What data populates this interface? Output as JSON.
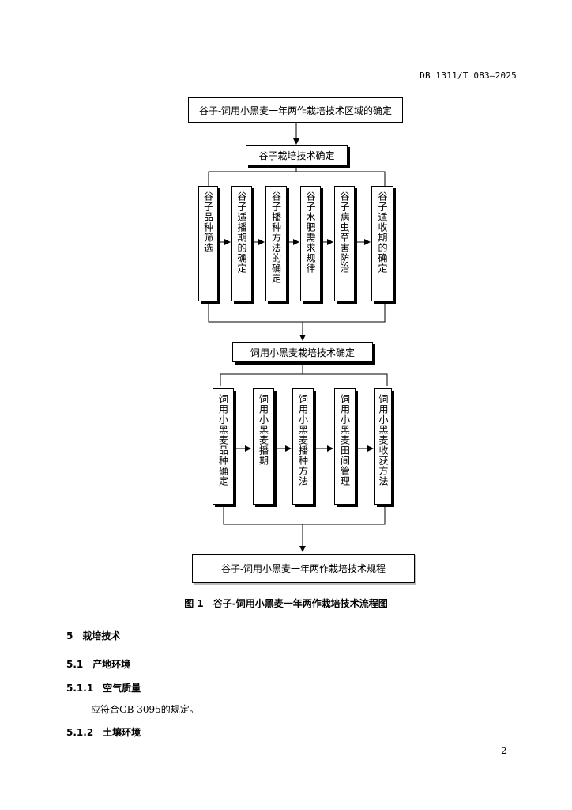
{
  "header": {
    "standard_no": "DB 1311/T 083—2025"
  },
  "flowchart": {
    "top_box": "谷子-饲用小黑麦一年两作栽培技术区域的确定",
    "stage1_box": "谷子栽培技术确定",
    "stage1_items": [
      "谷子品种筛选",
      "谷子适播期的确定",
      "谷子播种方法的确定",
      "谷子水肥需求规律",
      "谷子病虫草害防治",
      "谷子适收期的确定"
    ],
    "stage2_box": "饲用小黑麦栽培技术确定",
    "stage2_items": [
      "饲用小黑麦品种确定",
      "饲用小黑麦播期",
      "饲用小黑麦播种方法",
      "饲用小黑麦田间管理",
      "饲用小黑麦收获方法"
    ],
    "bottom_box": "谷子-饲用小黑麦一年两作栽培技术规程"
  },
  "figure": {
    "caption": "图 1　谷子-饲用小黑麦一年两作栽培技术流程图"
  },
  "sections": {
    "s5": "5　栽培技术",
    "s5_1": "5.1　产地环境",
    "s5_1_1": "5.1.1　空气质量",
    "s5_1_1_text": "应符合GB 3095的规定。",
    "s5_1_2": "5.1.2　土壤环境"
  },
  "footer": {
    "page_number": "2"
  }
}
